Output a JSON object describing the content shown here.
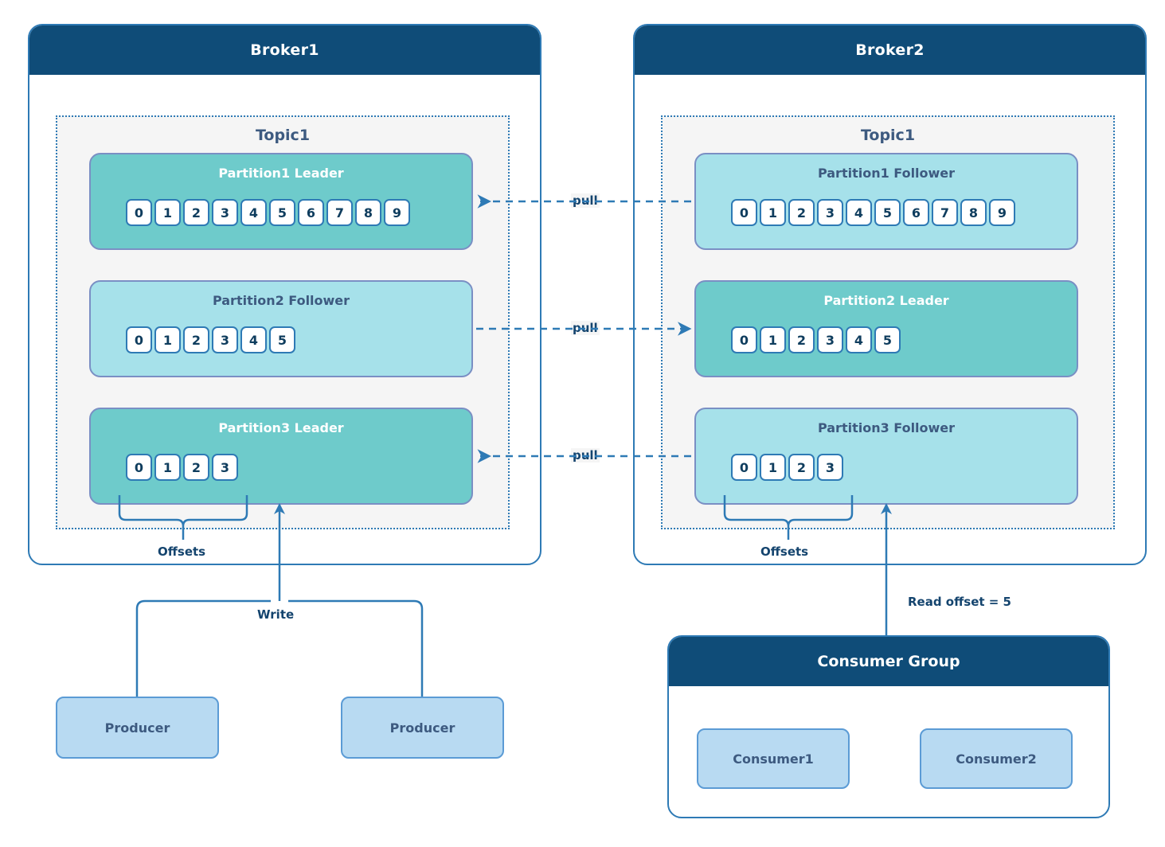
{
  "brokers": [
    {
      "title": "Broker1",
      "topic": {
        "title": "Topic1"
      },
      "offsets_label": "Offsets",
      "partitions": [
        {
          "title": "Partition1 Leader",
          "role": "leader",
          "offsets": [
            "0",
            "1",
            "2",
            "3",
            "4",
            "5",
            "6",
            "7",
            "8",
            "9"
          ]
        },
        {
          "title": "Partition2 Follower",
          "role": "follower",
          "offsets": [
            "0",
            "1",
            "2",
            "3",
            "4",
            "5"
          ]
        },
        {
          "title": "Partition3 Leader",
          "role": "leader",
          "offsets": [
            "0",
            "1",
            "2",
            "3"
          ]
        }
      ]
    },
    {
      "title": "Broker2",
      "topic": {
        "title": "Topic1"
      },
      "offsets_label": "Offsets",
      "partitions": [
        {
          "title": "Partition1 Follower",
          "role": "follower",
          "offsets": [
            "0",
            "1",
            "2",
            "3",
            "4",
            "5",
            "6",
            "7",
            "8",
            "9"
          ]
        },
        {
          "title": "Partition2 Leader",
          "role": "leader",
          "offsets": [
            "0",
            "1",
            "2",
            "3",
            "4",
            "5"
          ]
        },
        {
          "title": "Partition3 Follower",
          "role": "follower",
          "offsets": [
            "0",
            "1",
            "2",
            "3"
          ]
        }
      ]
    }
  ],
  "connectors": {
    "pull1": "pull",
    "pull2": "pull",
    "pull3": "pull",
    "write": "Write",
    "read_offset": "Read offset = 5"
  },
  "producers": [
    {
      "label": "Producer"
    },
    {
      "label": "Producer"
    }
  ],
  "consumer_group": {
    "title": "Consumer Group",
    "consumers": [
      {
        "label": "Consumer1"
      },
      {
        "label": "Consumer2"
      }
    ]
  },
  "colors": {
    "header_navy": "#0f4c78",
    "broker_border": "#2e7ab5",
    "leader_fill": "#6ecbcb",
    "follower_fill": "#a6e1ea",
    "partition_border": "#7a8fc4",
    "node_fill": "#b8daf2",
    "node_border": "#5b9bd5",
    "topic_fill": "#f5f5f5",
    "text_navy": "#14446e",
    "text_slate": "#3d5a80"
  }
}
